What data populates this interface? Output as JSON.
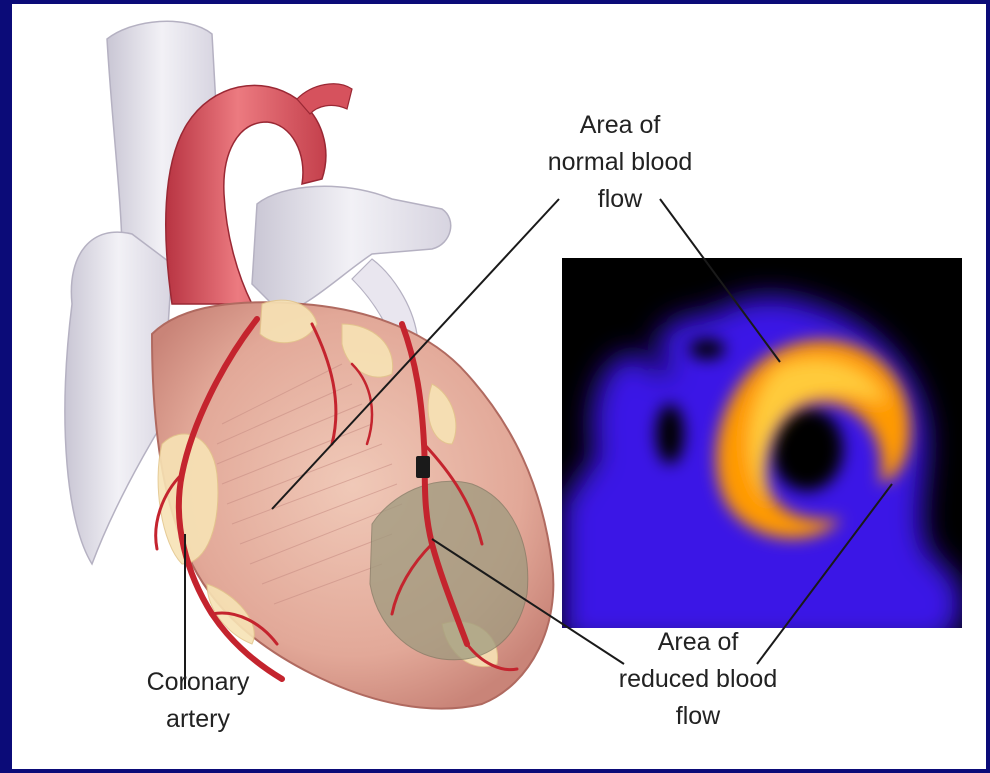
{
  "labels": {
    "normal_flow": {
      "lines": [
        "Area of",
        "normal blood",
        "flow"
      ]
    },
    "reduced_flow": {
      "lines": [
        "Area of",
        "reduced blood",
        "flow"
      ]
    },
    "coronary_artery": {
      "lines": [
        "Coronary",
        "artery"
      ]
    }
  },
  "colors": {
    "border": "#0b0b78",
    "background": "#ffffff",
    "scan_background": "#000000",
    "scan_tissue": "#3b14e6",
    "scan_hot": "#ffa200",
    "aorta": "#d9535e",
    "vessels": "#c4242e",
    "heart_tissue": "#e8b7a6",
    "fat": "#f7e3b5",
    "damaged_area": "#9e9a7e",
    "leader_lines": "#1a1a1a"
  },
  "icons": [
    "heart-illustration",
    "perfusion-scan-image"
  ]
}
